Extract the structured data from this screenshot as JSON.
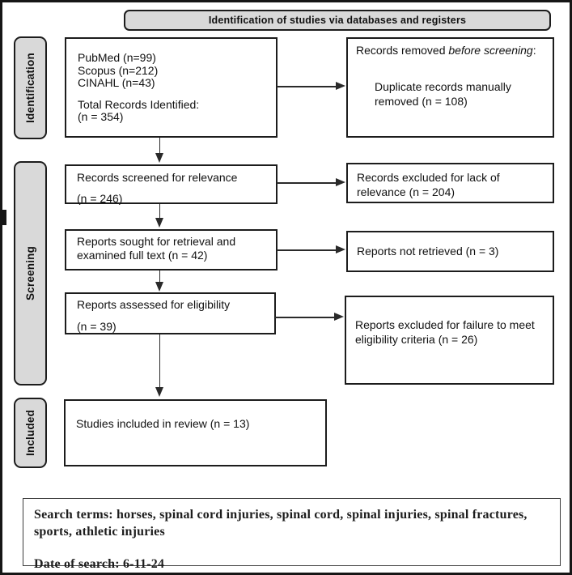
{
  "header": {
    "title": "Identification of studies via databases and registers"
  },
  "stages": {
    "identification": "Identification",
    "screening": "Screening",
    "included": "Included"
  },
  "flow": {
    "sources": {
      "db1": "PubMed (n=99)",
      "db2": "Scopus (n=212)",
      "db3": "CINAHL (n=43)",
      "total_label": "Total Records Identified:",
      "total_n": "(n = 354)"
    },
    "screened": {
      "text": "Records screened for relevance",
      "n": "(n = 246)"
    },
    "sought": {
      "text": "Reports sought for retrieval and examined full text (n = 42)"
    },
    "assessed": {
      "text": "Reports assessed for eligibility",
      "n": "(n = 39)"
    },
    "included": {
      "text": "Studies included in review (n = 13)"
    }
  },
  "exclusions": {
    "removed": {
      "pre": "Records removed ",
      "italic": "before screening",
      "colon": ":",
      "detail": "Duplicate records manually removed (n = 108)"
    },
    "relevance": {
      "text": "Records excluded for lack of relevance (n = 204)"
    },
    "not_retrieved": {
      "text": "Reports not retrieved (n = 3)"
    },
    "eligibility": {
      "text": "Reports excluded for failure to meet eligibility criteria (n = 26)"
    }
  },
  "footer": {
    "search_terms": "Search terms: horses, spinal cord injuries, spinal cord, spinal injuries, spinal fractures, sports, athletic injuries",
    "date": "Date of search: 6-11-24"
  },
  "colors": {
    "panel_gray": "#d9d9d9",
    "box_border": "#1c1c1c",
    "background": "#ffffff"
  }
}
